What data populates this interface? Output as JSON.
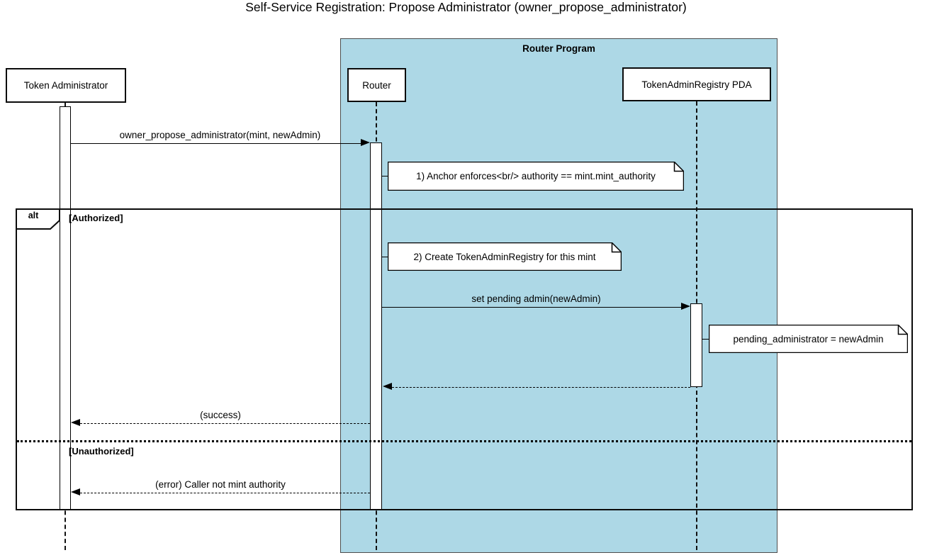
{
  "title": "Self-Service Registration: Propose Administrator (owner_propose_administrator)",
  "program_group": {
    "label": "Router Program"
  },
  "participants": [
    {
      "id": "token-administrator",
      "label": "Token Administrator"
    },
    {
      "id": "router",
      "label": "Router"
    },
    {
      "id": "token-admin-registry-pda",
      "label": "TokenAdminRegistry PDA"
    }
  ],
  "messages": [
    {
      "id": "propose",
      "label": "owner_propose_administrator(mint, newAdmin)",
      "from": "Token Administrator",
      "to": "Router",
      "style": "solid"
    },
    {
      "id": "set-pending",
      "label": "set pending admin(newAdmin)",
      "from": "Router",
      "to": "TokenAdminRegistry PDA",
      "style": "solid"
    },
    {
      "id": "pda-return",
      "label": "",
      "from": "TokenAdminRegistry PDA",
      "to": "Router",
      "style": "dashed"
    },
    {
      "id": "success",
      "label": "(success)",
      "from": "Router",
      "to": "Token Administrator",
      "style": "dashed"
    },
    {
      "id": "error",
      "label": "(error) Caller not mint authority",
      "from": "Router",
      "to": "Token Administrator",
      "style": "dashed"
    }
  ],
  "notes": [
    {
      "id": "anchor-enforces",
      "text": "1) Anchor enforces<br/> authority == mint.mint_authority"
    },
    {
      "id": "create-registry",
      "text": "2) Create TokenAdminRegistry for this mint"
    },
    {
      "id": "pending-admin",
      "text": "pending_administrator = newAdmin"
    }
  ],
  "alt_frame": {
    "operator": "alt",
    "guards": [
      "[Authorized]",
      "[Unauthorized]"
    ]
  },
  "colors": {
    "program_fill": "#ADD8E6",
    "box_fill": "#FFFFFF",
    "line": "#000000"
  }
}
